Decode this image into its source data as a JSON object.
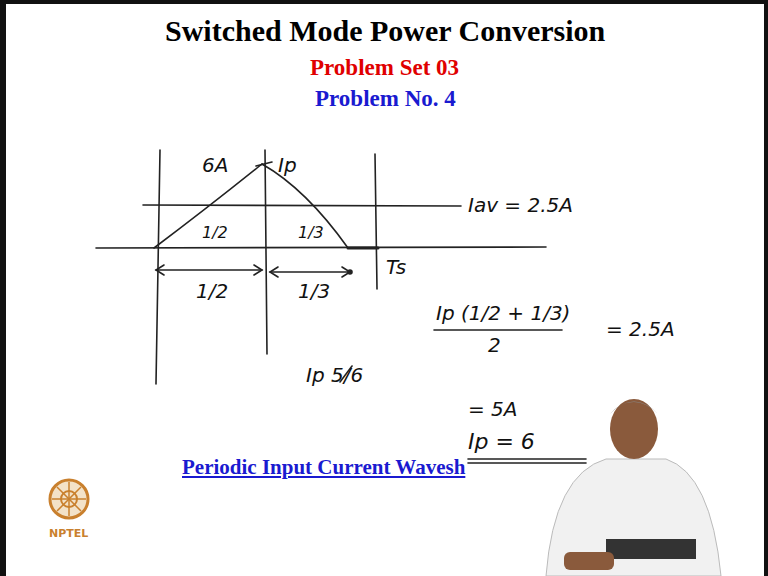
{
  "diagram": {
    "title": "Switched Mode Power Conversion",
    "labels": [
      "Problem Set 03",
      "Problem No. 4",
      "6A",
      "Ip",
      "Iav = 2.5A",
      "1/2",
      "1/3",
      "1/2",
      "1/3",
      "Ts",
      "Ip (1/2 + 1/3)",
      "2",
      "= 2.5A",
      "Ip 5/6",
      "= 5A",
      "Ip = 6",
      "Periodic Input Current Wavesh",
      "NPTEL"
    ]
  }
}
